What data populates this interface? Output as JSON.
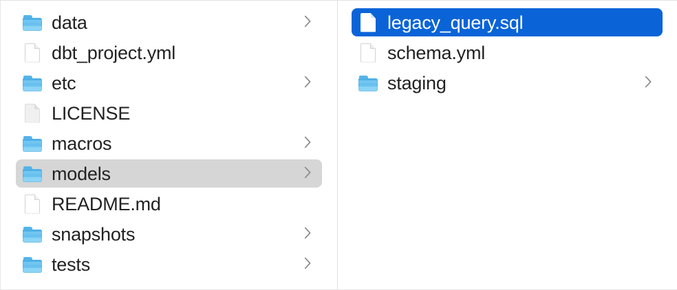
{
  "window": {
    "view_mode": "column",
    "accent_color": "#0a64d8",
    "selection_gray": "#d6d6d6",
    "folder_color": "#6cc3f0"
  },
  "columns": [
    {
      "name": "parent-column",
      "items": [
        {
          "label": "data",
          "kind": "folder",
          "has_chevron": true,
          "selected": "none",
          "icon": "folder-icon"
        },
        {
          "label": "dbt_project.yml",
          "kind": "file",
          "has_chevron": false,
          "selected": "none",
          "icon": "document-icon"
        },
        {
          "label": "etc",
          "kind": "folder",
          "has_chevron": true,
          "selected": "none",
          "icon": "folder-icon"
        },
        {
          "label": "LICENSE",
          "kind": "file-generic",
          "has_chevron": false,
          "selected": "none",
          "icon": "document-icon"
        },
        {
          "label": "macros",
          "kind": "folder",
          "has_chevron": true,
          "selected": "none",
          "icon": "folder-icon"
        },
        {
          "label": "models",
          "kind": "folder",
          "has_chevron": true,
          "selected": "gray",
          "icon": "folder-icon"
        },
        {
          "label": "README.md",
          "kind": "file",
          "has_chevron": false,
          "selected": "none",
          "icon": "document-icon"
        },
        {
          "label": "snapshots",
          "kind": "folder",
          "has_chevron": true,
          "selected": "none",
          "icon": "folder-icon"
        },
        {
          "label": "tests",
          "kind": "folder",
          "has_chevron": true,
          "selected": "none",
          "icon": "folder-icon"
        }
      ]
    },
    {
      "name": "child-column",
      "items": [
        {
          "label": "legacy_query.sql",
          "kind": "file",
          "has_chevron": false,
          "selected": "blue",
          "icon": "document-icon"
        },
        {
          "label": "schema.yml",
          "kind": "file",
          "has_chevron": false,
          "selected": "none",
          "icon": "document-icon"
        },
        {
          "label": "staging",
          "kind": "folder",
          "has_chevron": true,
          "selected": "none",
          "icon": "folder-icon"
        }
      ]
    }
  ]
}
